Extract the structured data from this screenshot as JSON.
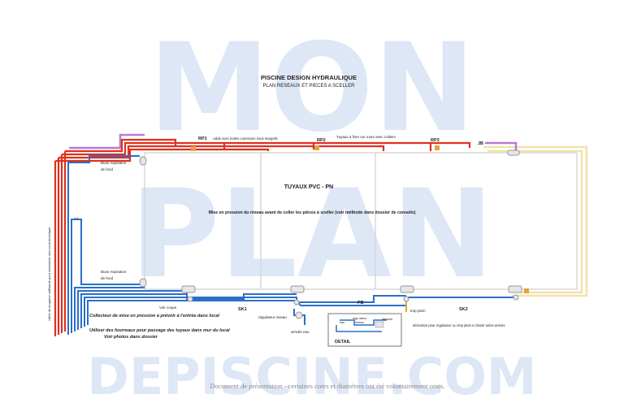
{
  "title": "PISCINE DESIGN HYDRAULIQUE",
  "subtitle": "PLAN  RESEAUX ET PIECES A SCELLER",
  "pool_label": "TUYAUX PVC - PN",
  "pressure_note": "Mise en pression du réseau avant de coller les pièces à sceller (voir méthode dans dossier de conseils)",
  "top_notes": {
    "boxes_note": "cable avec boites connexion sous margelle",
    "wall_note": "Tuyaux à fixer sur murs avec colliers"
  },
  "tags": {
    "rp1": "RP1",
    "rp2": "RP2",
    "rp3": "RP3",
    "jb": "JB",
    "sk1": "SK1",
    "sk2": "SK2",
    "pb": "PB"
  },
  "buse_top": [
    "Buse Aspiration",
    "de fond"
  ],
  "buse_bottom": [
    "Buse Aspiration",
    "de fond"
  ],
  "labels": {
    "voir_coupe": "Voir coupe",
    "regulateur": "régulateur niveau",
    "arrivee_eau": "arrivée eau",
    "trop_plein": "trop plein",
    "derivation": "dérivation pour régulateur ou trop plein  à choisir selon arrivée",
    "vertical_note": "câble de longueur suffisante pour acheminer vers local technique",
    "small_side": "1.5"
  },
  "notes": {
    "collector": "Collecteur de mise en pression à prévoir à l'entrée dans local",
    "sleeves": "Utiliser des fourreaux pour passage des tuyaux dans mur du local",
    "photos": "Voir photos dans dossier"
  },
  "detail": {
    "title": "DETAIL",
    "regulateur": [
      "régu lateur",
      "niveau"
    ],
    "skimmer": "skimmer",
    "eau": "eau"
  },
  "watermark": {
    "line1": "MON",
    "line2": "PLAN",
    "line3": "DEPISCINE.COM"
  },
  "footer": "Document de présentation - certaines cotes et diamètres ont été volontairement omis.",
  "colors": {
    "red": "#e0301e",
    "blue": "#2a6fc9",
    "purple": "#b77ad6",
    "yellow": "#f1e2a8",
    "orange": "#e9a23b",
    "grey": "#b5b5b5",
    "watermark": "#dde7f6"
  }
}
